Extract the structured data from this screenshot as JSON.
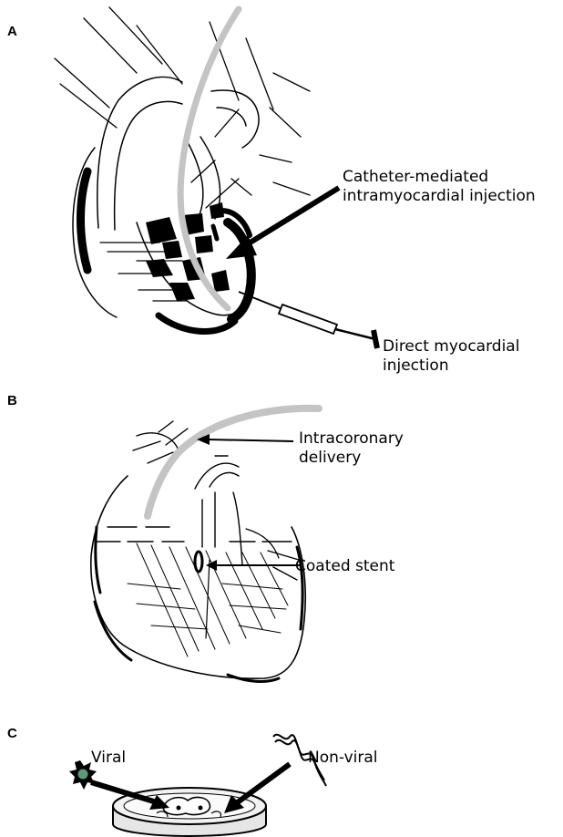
{
  "panels": {
    "a": {
      "letter": "A",
      "catheter_label": [
        "Catheter-mediated",
        "intramyocardial injection"
      ],
      "direct_label": [
        "Direct myocardial",
        "injection"
      ]
    },
    "b": {
      "letter": "B",
      "intracoronary_label": [
        "Intracoronary",
        "delivery"
      ],
      "stent_label": "Coated stent"
    },
    "c": {
      "letter": "C",
      "viral_label": "Viral",
      "nonviral_label": "Non-viral"
    }
  },
  "colors": {
    "catheter_gray": "#c4c4c4",
    "viral_particle_green": "#5a9a7a",
    "ink": "#000000"
  },
  "icons": [
    "heart-drawing",
    "catheter",
    "syringe",
    "coated-stent",
    "virus-particle",
    "dna-strand",
    "petri-dish"
  ]
}
